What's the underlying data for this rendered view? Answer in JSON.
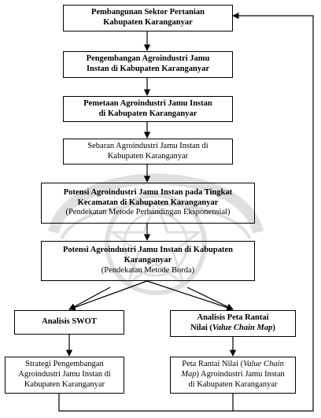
{
  "flow": {
    "b1": {
      "line1": "Pembangunan Sektor Pertanian",
      "line2": "Kabupaten Karanganyar"
    },
    "b2": {
      "line1": "Pengembangan Agroindustri Jamu",
      "line2": "Instan di Kabupaten Karanganyar"
    },
    "b3": {
      "line1": "Pemetaan Agroindustri Jamu Instan",
      "line2": "di Kabupaten Karanganyar"
    },
    "b4": {
      "line1": "Sebaran Agroindustri Jamu Instan di",
      "line2": "Kabupaten Karanganyar"
    },
    "b5": {
      "line1": "Potensi Agroindustri Jamu Instan pada Tingkat",
      "line2": "Kecamatan di Kabupaten Karanganyar",
      "line3": "(Pendekatan Metode Perbandingan Eksponensial)"
    },
    "b6": {
      "line1": "Potensi Agroindustri Jamu Instan di Kabupaten",
      "line2": "Karanganyar",
      "line3": "(Pendekatan Metode Borda)"
    },
    "b7": {
      "line1": "Analisis SWOT"
    },
    "b8": {
      "line1": "Analisis Peta Rantai",
      "line2a": "Nilai (",
      "line2b": "Value Chain Map",
      "line2c": ")"
    },
    "b9": {
      "line1": "Strategi Pengembangan",
      "line2": "Agroindustri Jamu Instan di",
      "line3": "Kabupaten Karanganyar"
    },
    "b10": {
      "line1a": "Peta Rantai Nilai (",
      "line1b": "Value Chain",
      "line2a": "Map",
      "line2b": ") Agroindustri Jamu Instan",
      "line3": "di Kabupaten Karanganyar"
    }
  },
  "colors": {
    "stroke": "#000000",
    "watermark": "#555555"
  }
}
